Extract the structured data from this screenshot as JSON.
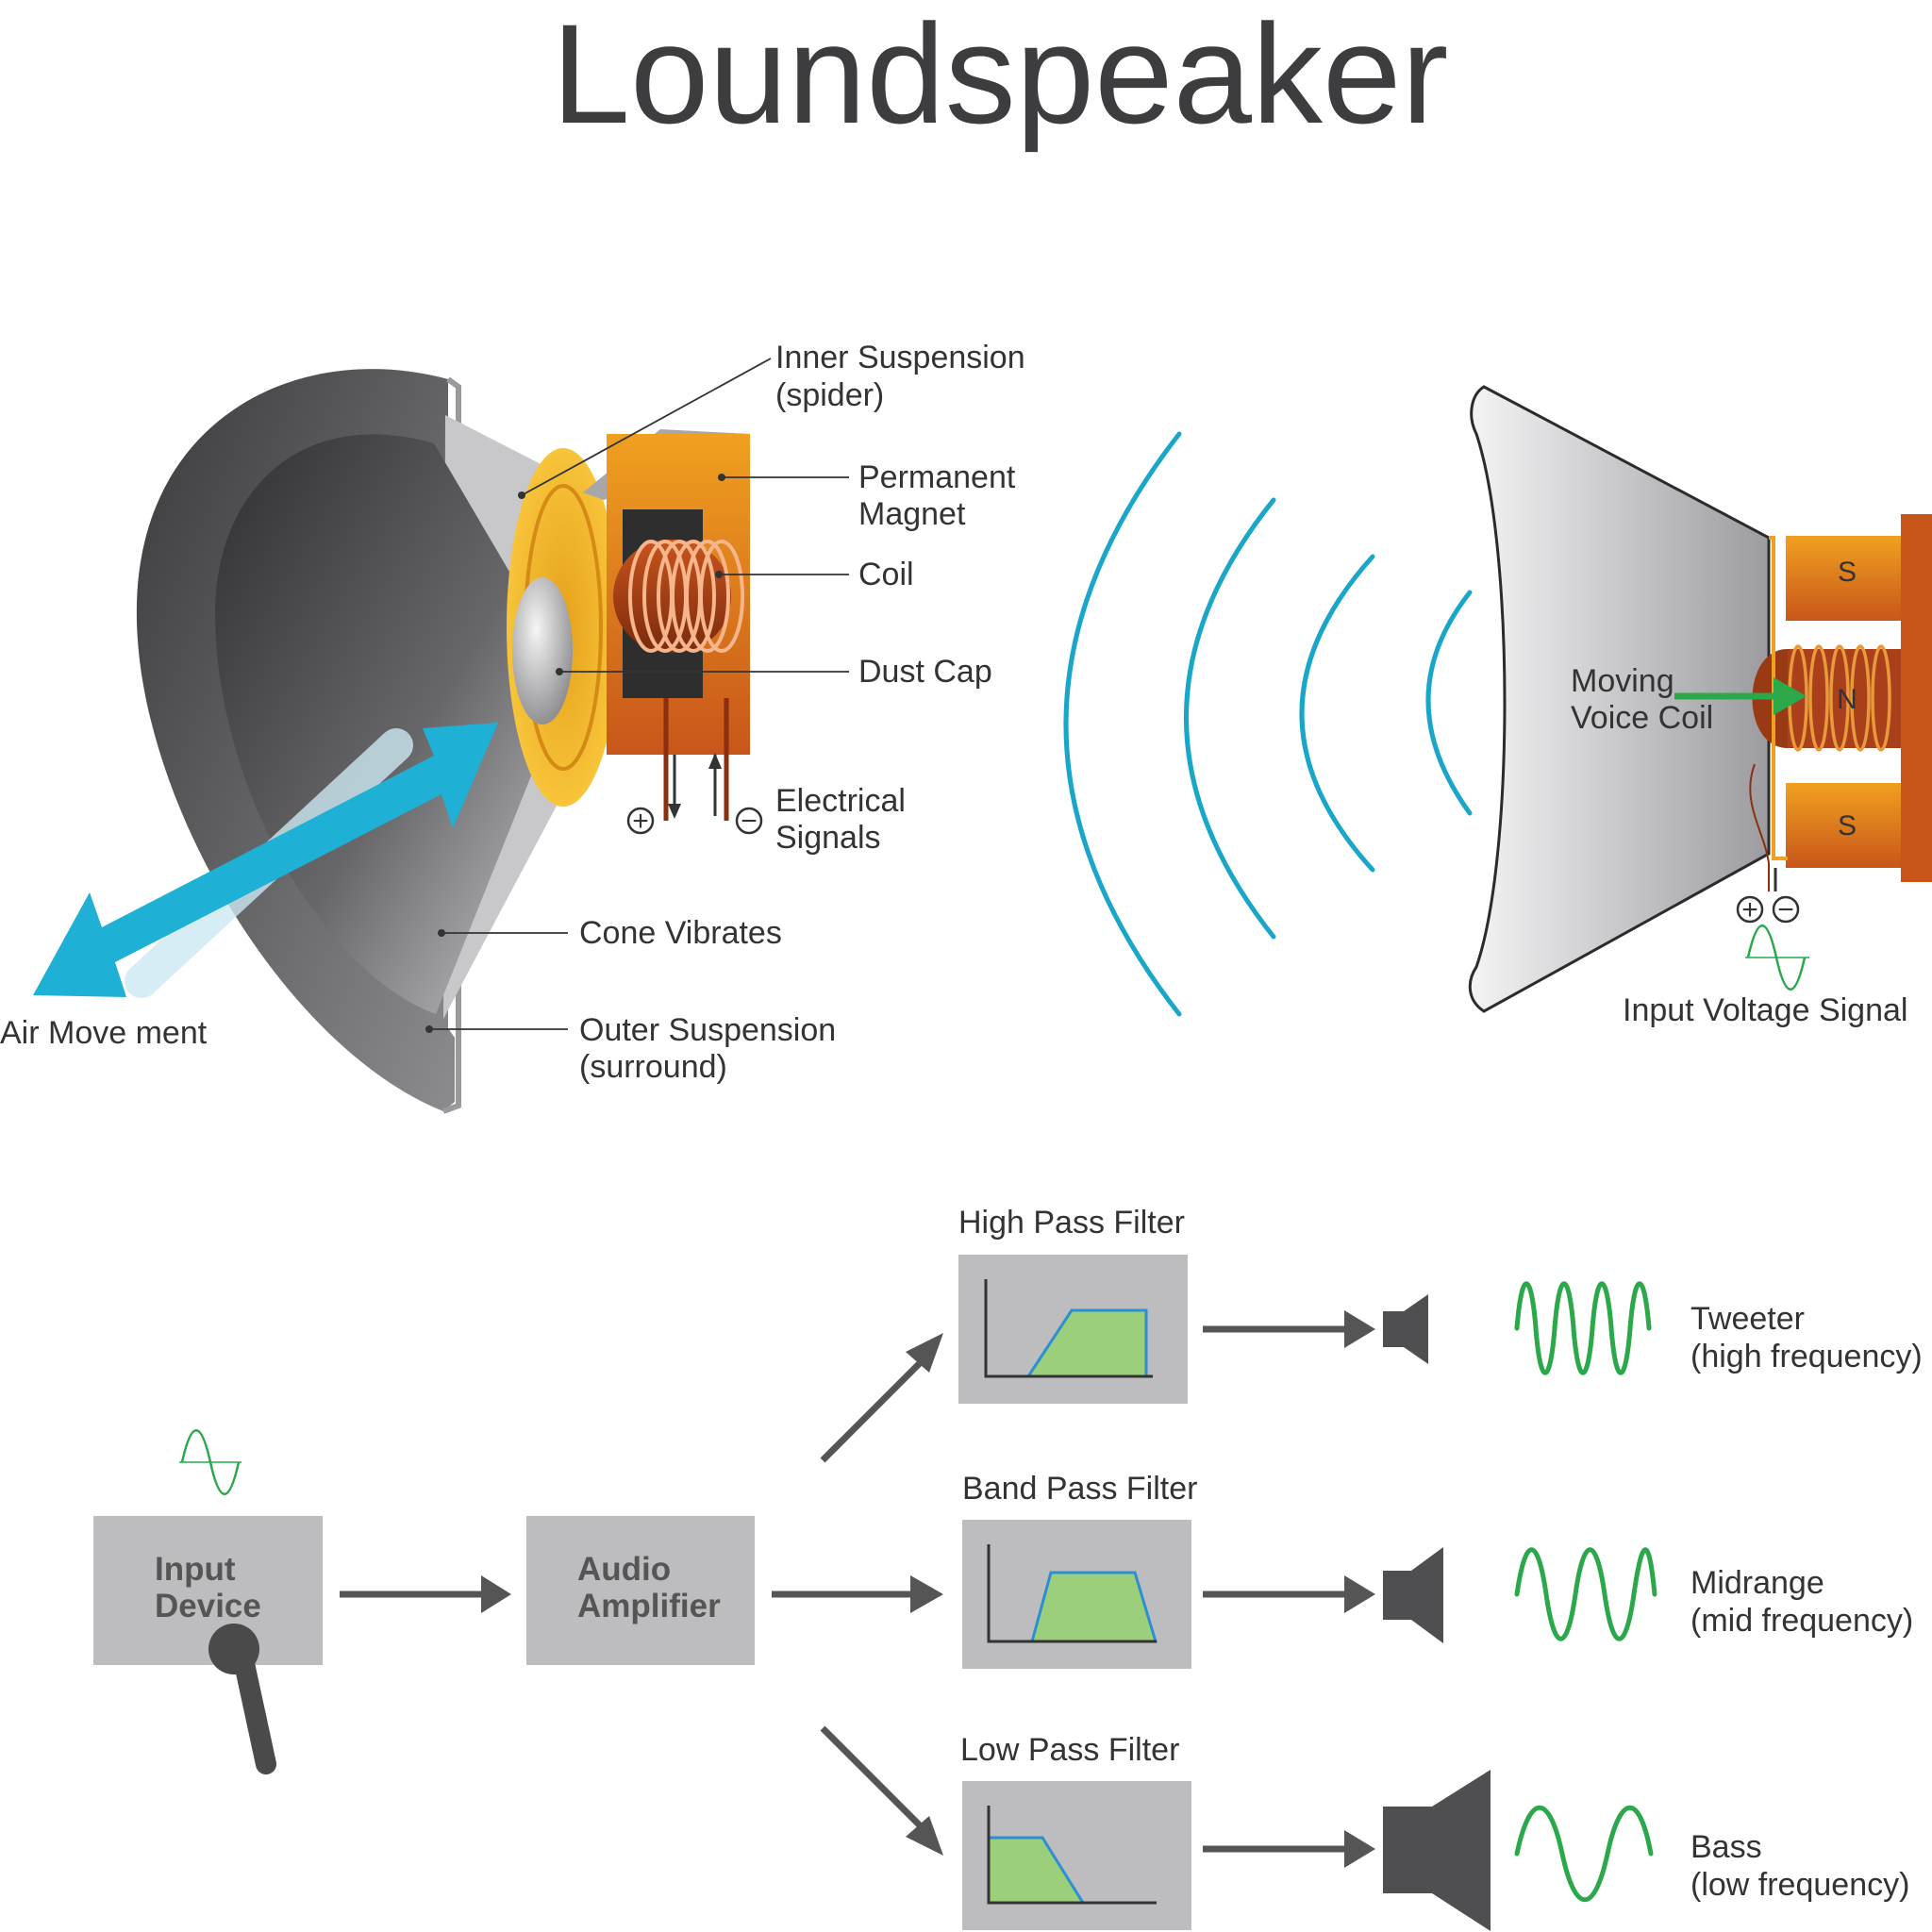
{
  "title": "Loundspeaker",
  "cutaway": {
    "labels": {
      "inner_suspension_line1": "Inner Suspension",
      "inner_suspension_line2": "(spider)",
      "permanent_magnet_line1": "Permanent",
      "permanent_magnet_line2": "Magnet",
      "coil": "Coil",
      "dust_cap": "Dust Cap",
      "electrical_signals_line1": "Electrical",
      "electrical_signals_line2": "Signals",
      "cone_vibrates": "Cone Vibrates",
      "outer_suspension_line1": "Outer Suspension",
      "outer_suspension_line2": "(surround)",
      "air_movement": "Air Move ment"
    },
    "terminal_plus": "+",
    "terminal_minus": "−"
  },
  "section_view": {
    "moving_voice_coil_line1": "Moving",
    "moving_voice_coil_line2": "Voice Coil",
    "pole_top": "S",
    "pole_center": "N",
    "pole_bottom": "S",
    "terminal_plus": "+",
    "terminal_minus": "−",
    "input_voltage_signal": "Input Voltage Signal"
  },
  "signal_chain": {
    "input_device_line1": "Input",
    "input_device_line2": "Device",
    "audio_amplifier_line1": "Audio",
    "audio_amplifier_line2": "Amplifier",
    "filters": [
      {
        "title": "High Pass Filter",
        "output_line1": "Tweeter",
        "output_line2": "(high frequency)"
      },
      {
        "title": "Band Pass Filter",
        "output_line1": "Midrange",
        "output_line2": "(mid frequency)"
      },
      {
        "title": "Low Pass Filter",
        "output_line1": "Bass",
        "output_line2": "(low frequency)"
      }
    ]
  },
  "colors": {
    "text": "#333333",
    "wave_blue": "#1aa6c9",
    "signal_green": "#2aa84a",
    "filter_green": "#9ccf7c",
    "filter_outline": "#2b8fd0",
    "block_gray": "#bdbdc0",
    "arrow_gray": "#555555",
    "magnet_orange": "#e8961c",
    "coil_copper": "#b5491a"
  },
  "icons": [
    "microphone-icon",
    "speaker-icon",
    "sine-wave-icon"
  ]
}
